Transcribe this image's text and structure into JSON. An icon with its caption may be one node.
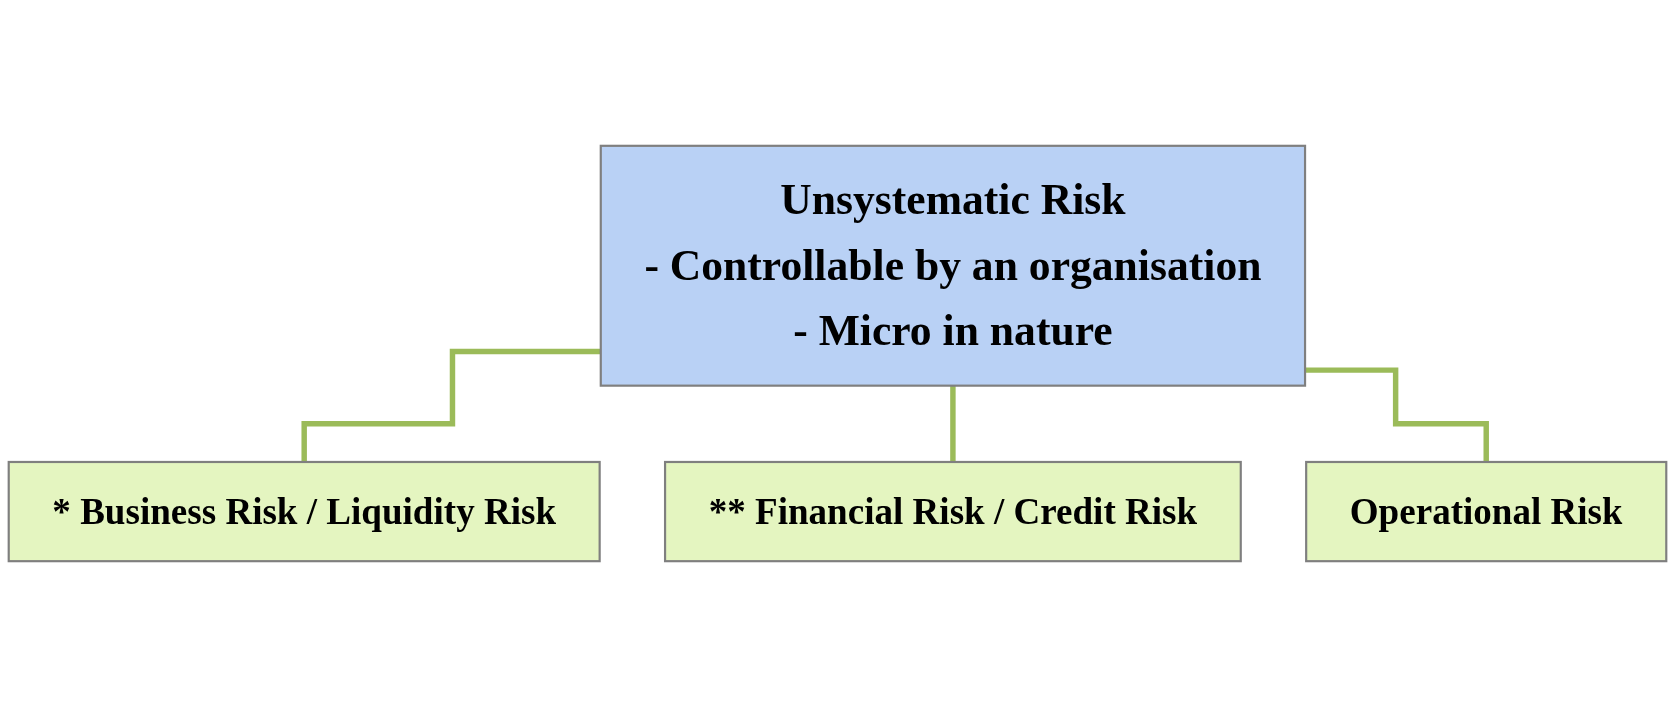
{
  "diagram": {
    "nodes": [
      {
        "text": [
          "Unsystematic Risk",
          "- Controllable by an organisation",
          "- Micro in nature"
        ]
      },
      {
        "text": [
          "* Business Risk / Liquidity Risk"
        ]
      },
      {
        "text": [
          "** Financial Risk / Credit Risk"
        ]
      },
      {
        "text": [
          "Operational Risk"
        ]
      }
    ],
    "edges": [
      {
        "from": 0,
        "to": 1,
        "arrow": "none"
      },
      {
        "from": 0,
        "to": 2,
        "arrow": "none"
      },
      {
        "from": 0,
        "to": 3,
        "arrow": "none"
      }
    ]
  }
}
